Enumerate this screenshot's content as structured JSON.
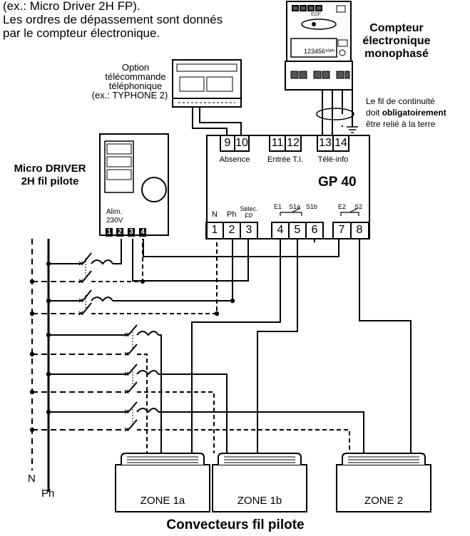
{
  "intro": {
    "line1": "(ex.: Micro Driver 2H FP).",
    "line2": "Les ordres de dépassement sont donnés",
    "line3": "par le compteur électronique."
  },
  "meter": {
    "title_l1": "Compteur",
    "title_l2": "électronique",
    "title_l3": "monophasé",
    "display": "123456",
    "display_unit": "kWh",
    "brand": "EDF"
  },
  "option": {
    "l1": "Option",
    "l2": "télécommande",
    "l3": "téléphonique",
    "l4": "(ex.: TYPHONE 2)"
  },
  "ground_note": {
    "l1": "Le fil de continuité",
    "l2_pre": "doit ",
    "l2_bold": "obligatoirement",
    "l3": "être relié à la terre"
  },
  "micro_driver": {
    "title_l1": "Micro DRIVER",
    "title_l2": "2H fil pilote",
    "alim_l1": "Alim.",
    "alim_l2": "230V",
    "terminals": [
      "1",
      "2",
      "3",
      "4"
    ]
  },
  "gp40": {
    "name": "GP 40",
    "top_terminals": [
      "9",
      "10",
      "11",
      "12",
      "13",
      "14"
    ],
    "top_labels": [
      "Absence",
      "Entrée T.I.",
      "Télé-info"
    ],
    "bottom_terminals": [
      "1",
      "2",
      "3",
      "4",
      "5",
      "6",
      "7",
      "8"
    ],
    "bottom_labels": {
      "n": "N",
      "ph": "Ph",
      "selec_l1": "Sélec.",
      "selec_l2": "FP",
      "e1": "E1",
      "s1a": "S1a",
      "s1b": "S1b",
      "e2": "E2",
      "s2": "S2"
    }
  },
  "bus": {
    "n": "N",
    "ph": "Ph"
  },
  "zones": [
    "ZONE 1a",
    "ZONE 1b",
    "ZONE 2"
  ],
  "footer": "Convecteurs fil pilote"
}
